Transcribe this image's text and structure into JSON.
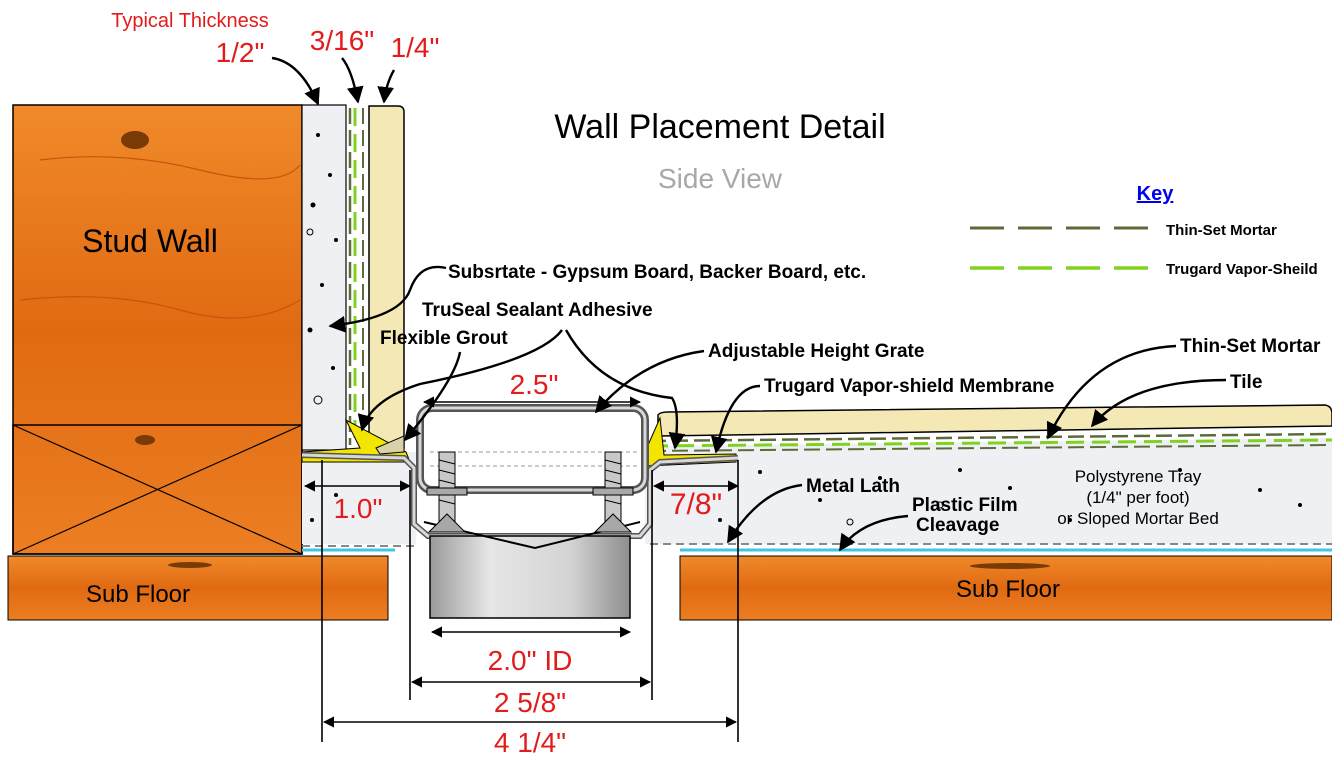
{
  "title": "Wall Placement Detail",
  "subtitle": "Side View",
  "thickness": {
    "heading": "Typical Thickness",
    "substrate": "1/2\"",
    "membrane": "3/16\"",
    "tile": "1/4\""
  },
  "key": {
    "heading": "Key",
    "thinset": "Thin-Set Mortar",
    "vapor": "Trugard Vapor-Sheild",
    "thinset_color": "#5d6b3a",
    "vapor_color": "#7ed321"
  },
  "labels": {
    "stud_wall": "Stud Wall",
    "substrate": "Subsrtate - Gypsum Board, Backer Board, etc.",
    "sealant": "TruSeal Sealant Adhesive",
    "grout": "Flexible Grout",
    "grate": "Adjustable Height Grate",
    "membrane": "Trugard Vapor-shield Membrane",
    "thinset": "Thin-Set Mortar",
    "tile": "Tile",
    "lath": "Metal Lath",
    "film_line1": "Plastic Film",
    "film_line2": "Cleavage",
    "tray_line1": "Polystyrene Tray",
    "tray_line2": "(1/4\" per foot)",
    "tray_line3": "or Sloped Mortar Bed",
    "subfloor_left": "Sub Floor",
    "subfloor_right": "Sub Floor"
  },
  "dimensions": {
    "grate_width": "2.5\"",
    "left_gap": "1.0\"",
    "right_gap": "7/8\"",
    "pipe_id": "2.0\" ID",
    "outer": "2 5/8\"",
    "overall": "4 1/4\""
  },
  "colors": {
    "wood": "#e8731a",
    "tile": "#f4e8b4",
    "mortar": "#eef0f4",
    "sealant": "#f2e600",
    "metal": "#c8c8c8"
  }
}
